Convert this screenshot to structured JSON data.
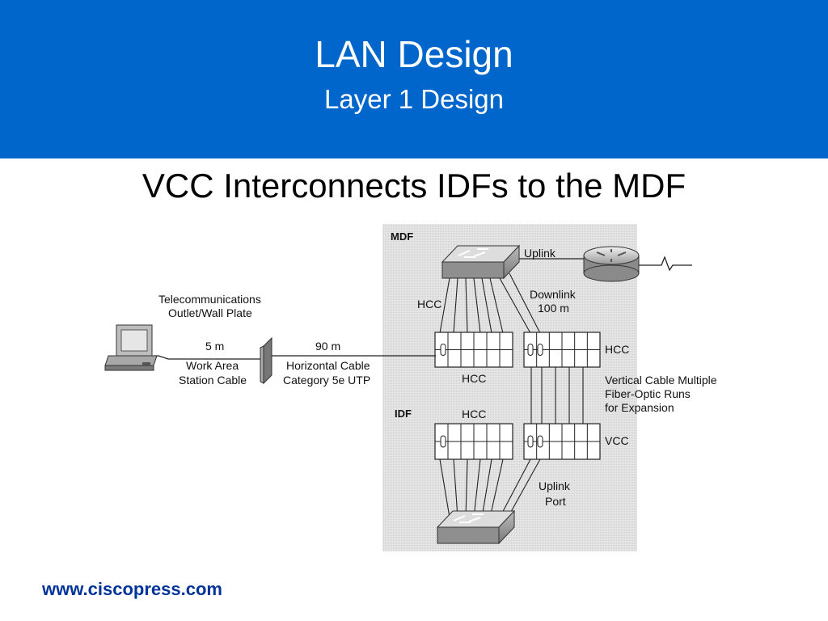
{
  "header": {
    "title": "LAN Design",
    "subtitle": "Layer 1 Design"
  },
  "slide_heading": "VCC Interconnects IDFs to the MDF",
  "footer": "www.ciscopress.com",
  "colors": {
    "header_bg": "#0066cc",
    "footer_text": "#003399",
    "panel_bg": "#e3e3e3"
  },
  "diagram": {
    "mdf_label": "MDF",
    "idf_label": "IDF",
    "uplink_top": "Uplink",
    "downlink": [
      "Downlink",
      "100 m"
    ],
    "hcc_left_top": "HCC",
    "hcc_mdf_bottom": "HCC",
    "hcc_right": "HCC",
    "hcc_idf_top": "HCC",
    "vcc": "VCC",
    "vertical_cable": [
      "Vertical Cable Multiple",
      "Fiber-Optic Runs",
      "for Expansion"
    ],
    "uplink_port": [
      "Uplink",
      "Port"
    ],
    "telecom_outlet": [
      "Telecommunications",
      "Outlet/Wall Plate"
    ],
    "work_area_distance": "5 m",
    "work_area_cable": [
      "Work Area",
      "Station Cable"
    ],
    "horizontal_distance": "90 m",
    "horizontal_cable": [
      "Horizontal Cable",
      "Category 5e UTP"
    ],
    "icons": [
      "computer-icon",
      "wall-plate-icon",
      "switch-icon",
      "router-icon",
      "patch-panel-icon"
    ]
  }
}
